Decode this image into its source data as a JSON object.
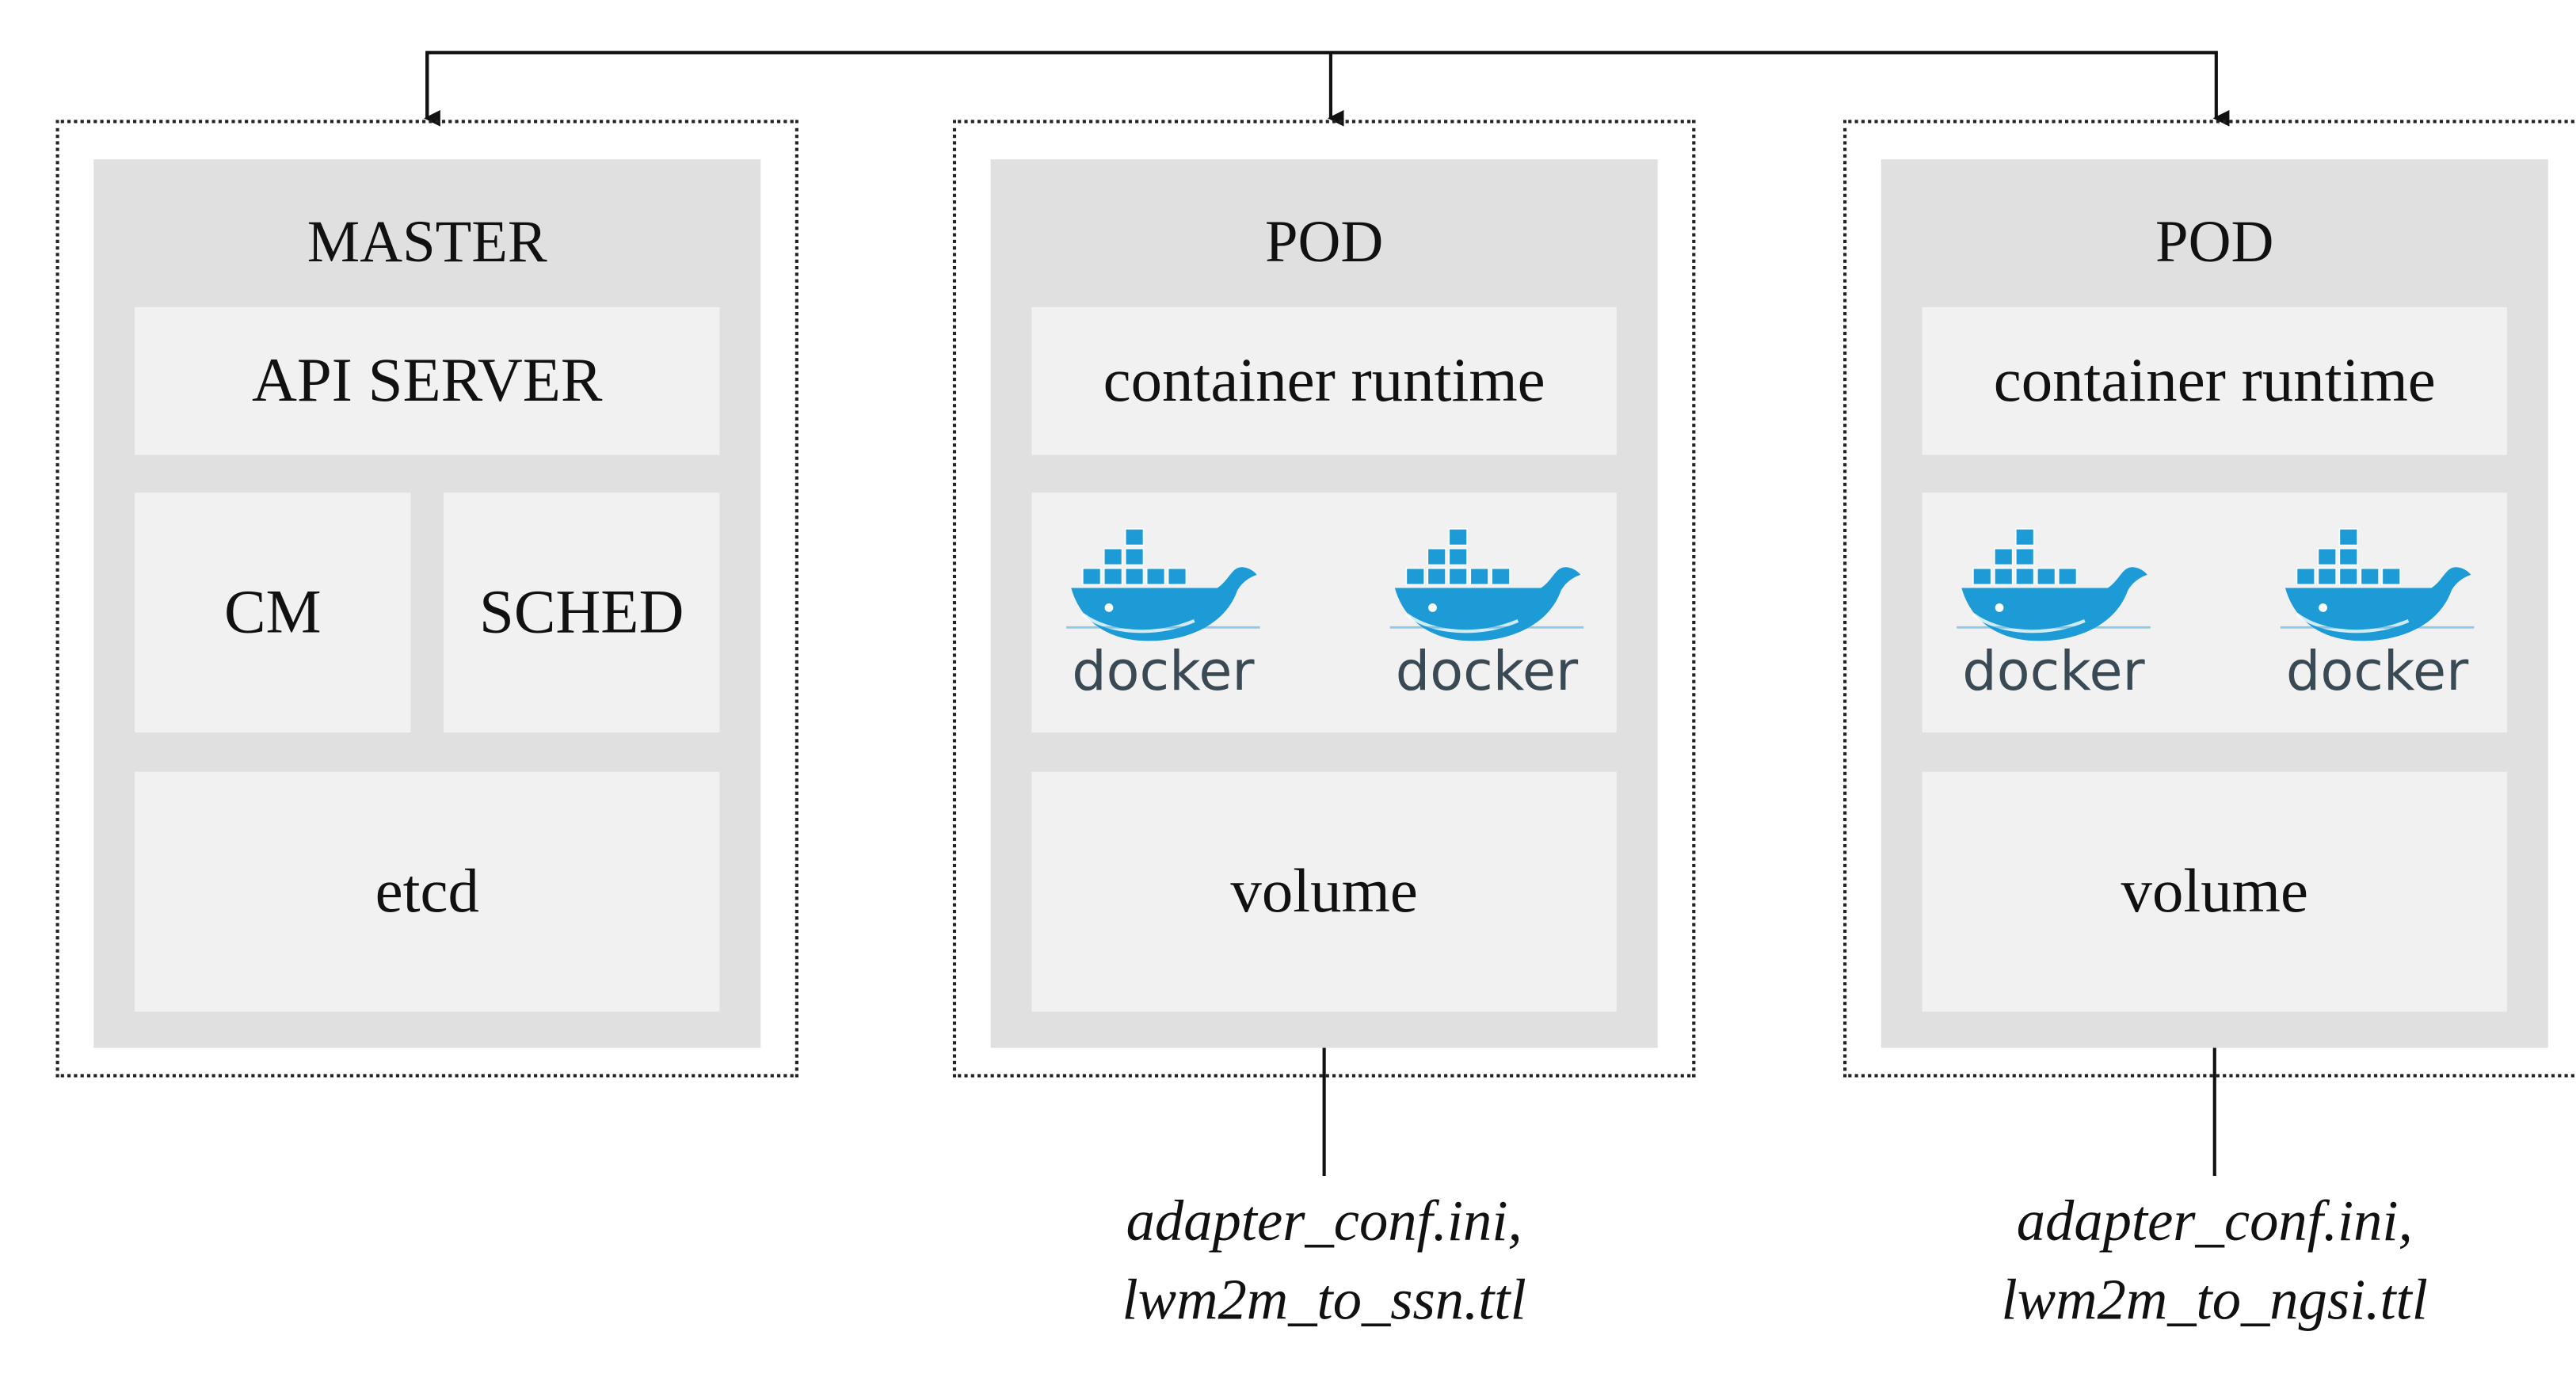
{
  "master": {
    "title": "MASTER",
    "api_server": "API SERVER",
    "cm": "CM",
    "sched": "SCHED",
    "etcd": "etcd"
  },
  "pods": [
    {
      "title": "POD",
      "runtime": "container runtime",
      "containers": [
        "docker",
        "docker"
      ],
      "volume": "volume",
      "files": [
        "adapter_conf.ini,",
        "lwm2m_to_ssn.ttl"
      ]
    },
    {
      "title": "POD",
      "runtime": "container runtime",
      "containers": [
        "docker",
        "docker"
      ],
      "volume": "volume",
      "files": [
        "adapter_conf.ini,",
        "lwm2m_to_ngsi.ttl"
      ]
    }
  ],
  "colors": {
    "docker_blue": "#1d9bd6",
    "docker_text": "#3a4a55",
    "panel": "#e0e0e0",
    "cell": "#f1f1f1"
  }
}
